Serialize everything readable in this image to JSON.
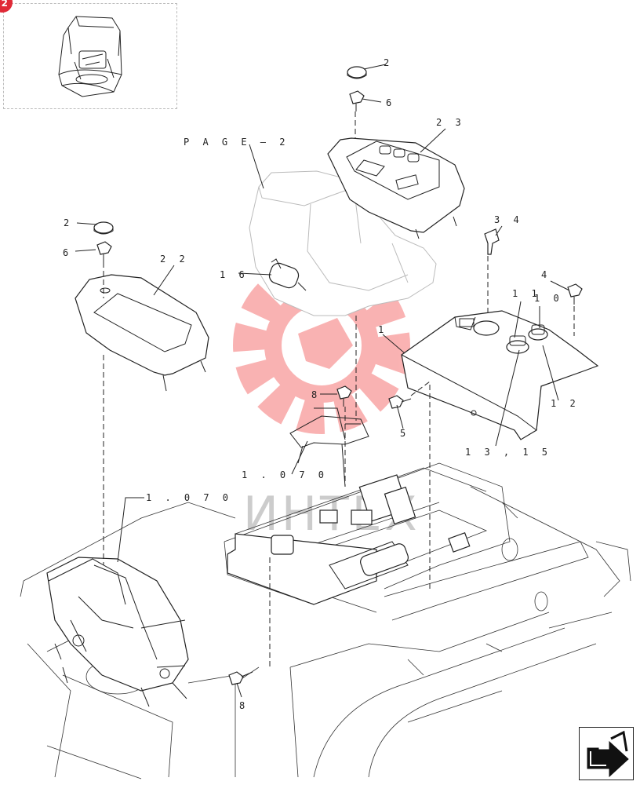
{
  "page_badge": "2",
  "watermark": {
    "text": "ИНТЕХ",
    "color": "#f24a4a"
  },
  "callouts": [
    {
      "id": "c2a",
      "text": "2"
    },
    {
      "id": "c6a",
      "text": "6"
    },
    {
      "id": "c23",
      "text": "2 3"
    },
    {
      "id": "cpage",
      "text": "P A G E — 2"
    },
    {
      "id": "c2b",
      "text": "2"
    },
    {
      "id": "c6b",
      "text": "6"
    },
    {
      "id": "c22",
      "text": "2 2"
    },
    {
      "id": "c34",
      "text": "3 4"
    },
    {
      "id": "c16",
      "text": "1 6"
    },
    {
      "id": "c4",
      "text": "4"
    },
    {
      "id": "c11",
      "text": "1 1"
    },
    {
      "id": "c10",
      "text": "1 0"
    },
    {
      "id": "c1",
      "text": "1"
    },
    {
      "id": "c12",
      "text": "1 2"
    },
    {
      "id": "c8a",
      "text": "8"
    },
    {
      "id": "c5",
      "text": "5"
    },
    {
      "id": "c1315",
      "text": "1 3 ,   1 5"
    },
    {
      "id": "c1070a",
      "text": "1 . 0 7 0"
    },
    {
      "id": "c1070b",
      "text": "1 . 0 7 0"
    },
    {
      "id": "c8b",
      "text": "8"
    }
  ],
  "icons": {
    "thumbnail": "cab-overview-thumbnail",
    "nav": "next-page-arrow-icon"
  }
}
